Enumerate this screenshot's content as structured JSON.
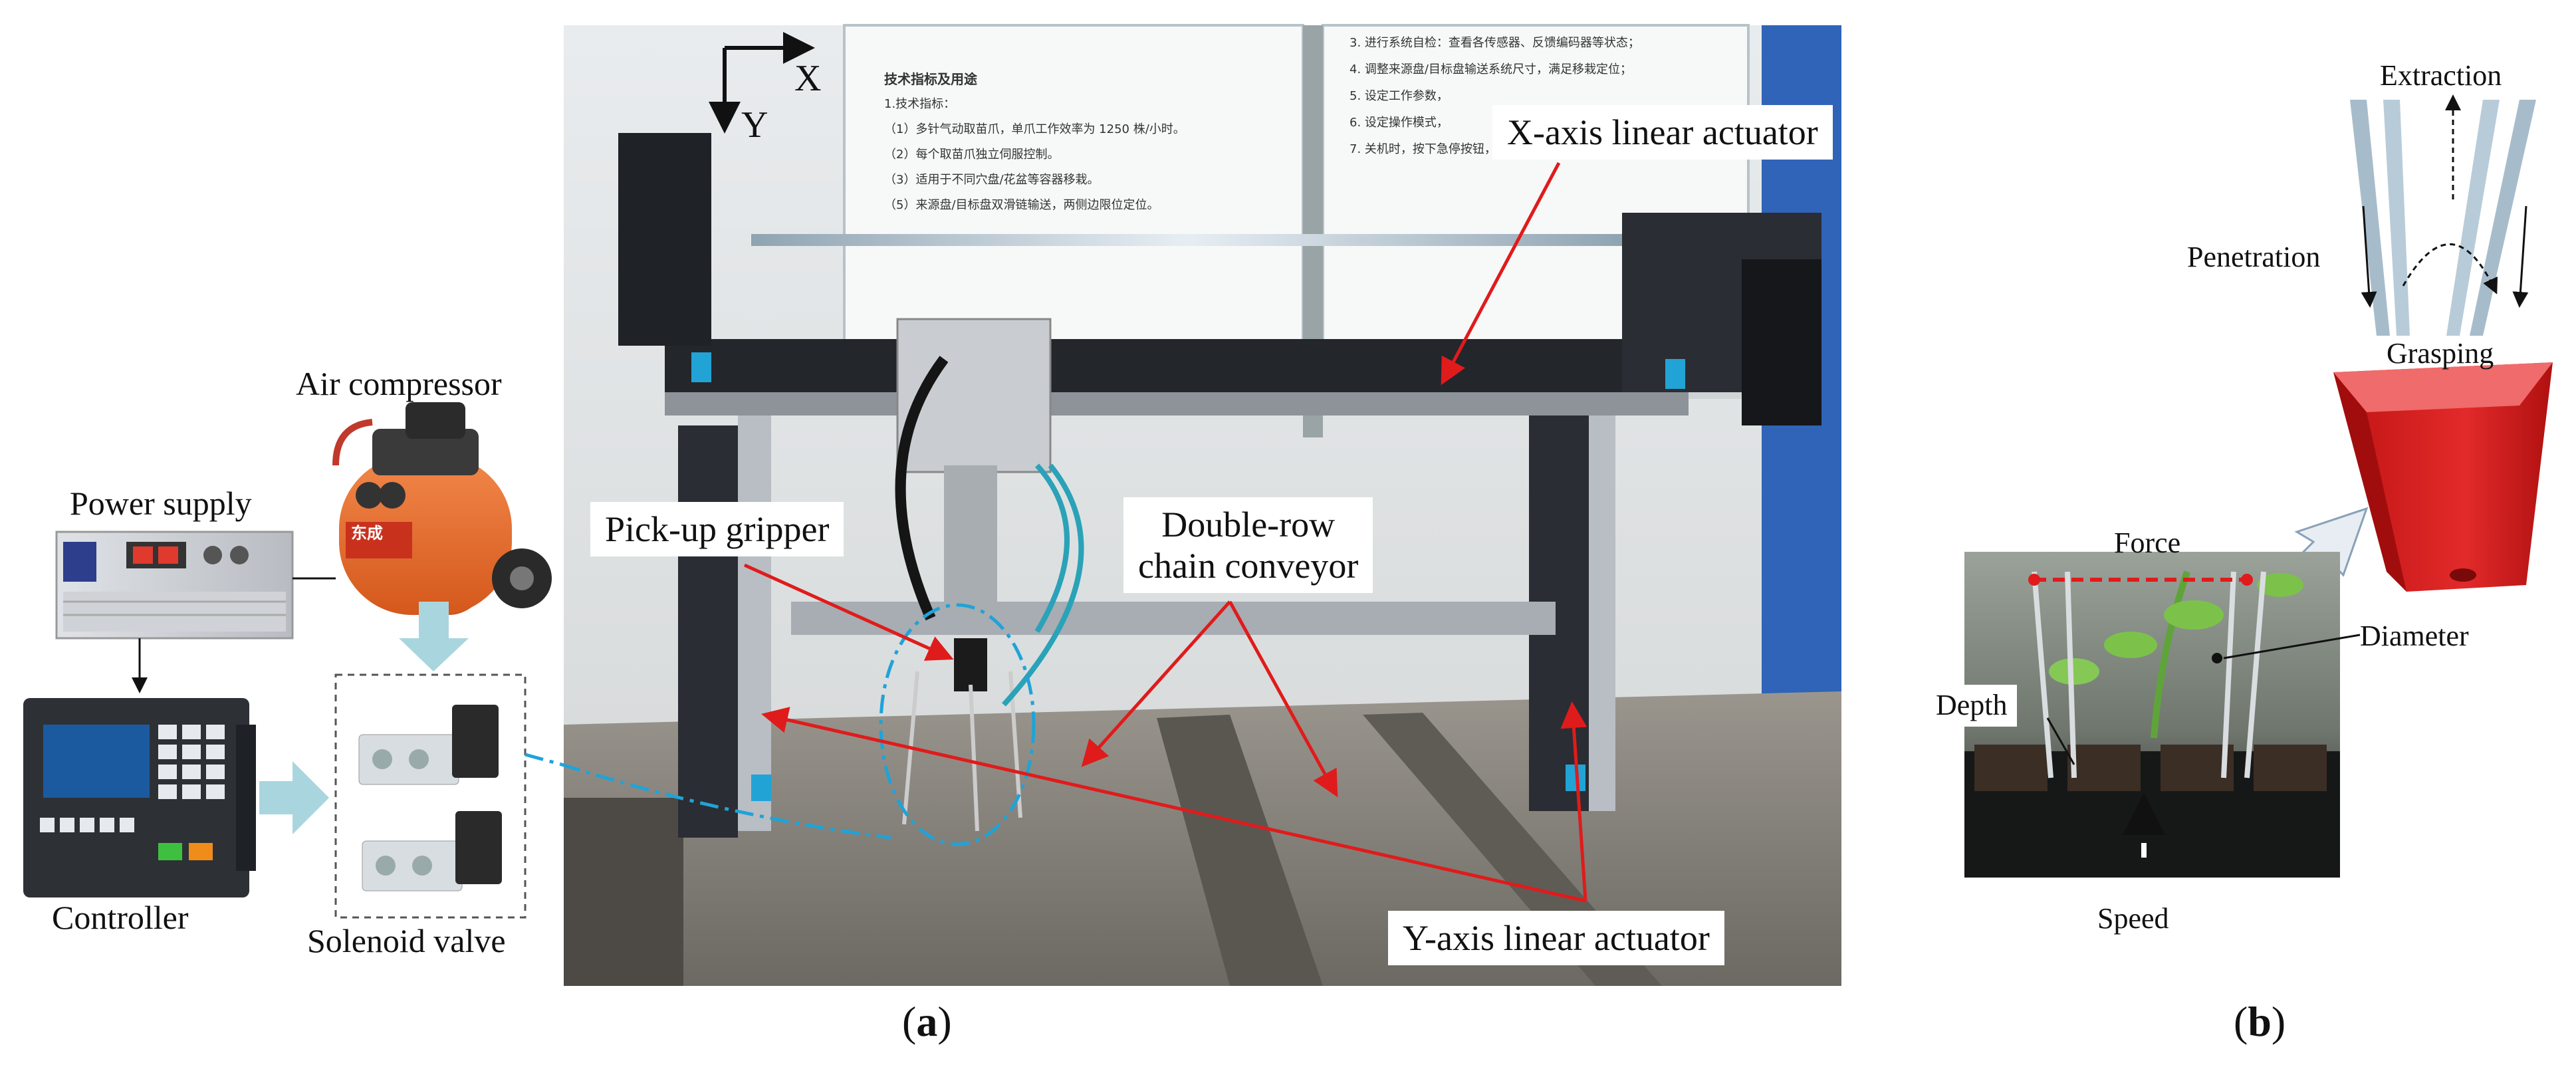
{
  "panel_a": {
    "caption_open": "(",
    "caption_letter": "a",
    "caption_close": ")",
    "axis_x": "X",
    "axis_y": "Y",
    "equipment": {
      "air_compressor": "Air compressor",
      "power_supply": "Power supply",
      "controller": "Controller",
      "solenoid_valve": "Solenoid valve"
    },
    "photo_labels": {
      "x_axis_actuator": "X-axis linear actuator",
      "pickup_gripper": "Pick-up gripper",
      "conveyor_line1": "Double-row",
      "conveyor_line2": "chain conveyor",
      "y_axis_actuator": "Y-axis linear actuator"
    },
    "board_text": {
      "heading": "技术指标及用途",
      "line1": "1.技术指标：",
      "line2": "（1）多针气动取苗爪，单爪工作效率为 1250 株/小时。",
      "line3": "（2）每个取苗爪独立伺服控制。",
      "line4": "（3）适用于不同穴盘/花盆等容器移栽。",
      "line5": "（5）来源盘/目标盘双滑链输送，两侧边限位定位。",
      "right1": "3. 进行系统自检：查看各传感器、反馈编码器等状态；",
      "right2": "4. 调整来源盘/目标盘输送系统尺寸，满足移栽定位；",
      "right3": "5. 设定工作参数，",
      "right4": "6. 设定操作模式，",
      "right5": "7. 关机时，按下急停按钮，关机器电源按钮。"
    },
    "compressor_brand": "东成"
  },
  "panel_b": {
    "caption_open": "(",
    "caption_letter": "b",
    "caption_close": ")",
    "labels": {
      "extraction": "Extraction",
      "penetration": "Penetration",
      "grasping": "Grasping",
      "force": "Force",
      "diameter": "Diameter",
      "depth": "Depth",
      "speed": "Speed"
    }
  },
  "colors": {
    "annotation_red": "#e01b1b",
    "dashdot_blue": "#1fa3d8",
    "flow_arrow": "#a9d6de",
    "pot_red": "#d81c1c"
  }
}
